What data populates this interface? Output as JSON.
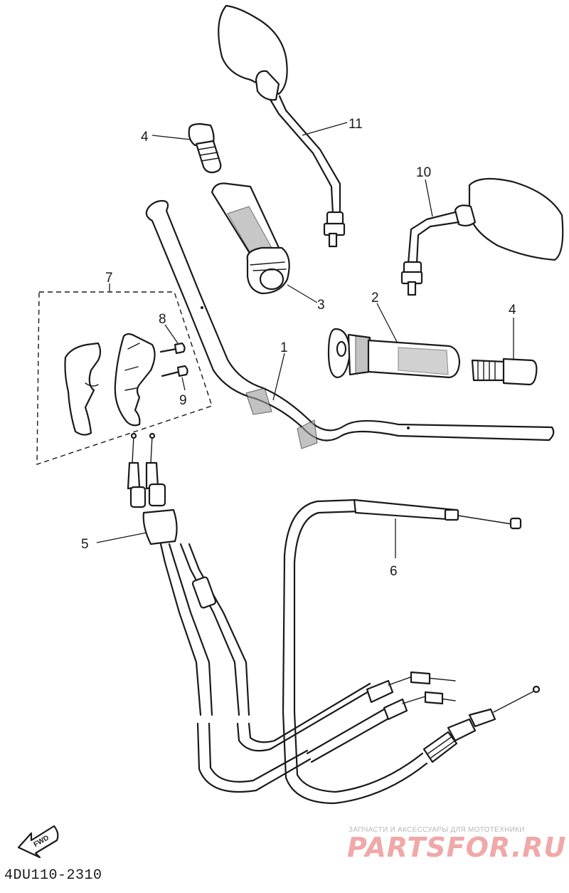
{
  "diagram": {
    "callouts": [
      "11",
      "4",
      "10",
      "3",
      "2",
      "4",
      "7",
      "8",
      "9",
      "1",
      "5",
      "6"
    ],
    "fwd_label": "FWD"
  },
  "footer": {
    "code": "4DU110-2310"
  },
  "watermark": {
    "tagline": "ЗАПЧАСТИ И АКСЕССУАРЫ ДЛЯ МОТОТЕХНИКИ",
    "brand": "PARTSFOR.RU"
  },
  "colors": {
    "ink": "#1a1a1a",
    "watermark": "#f0a8a8"
  }
}
